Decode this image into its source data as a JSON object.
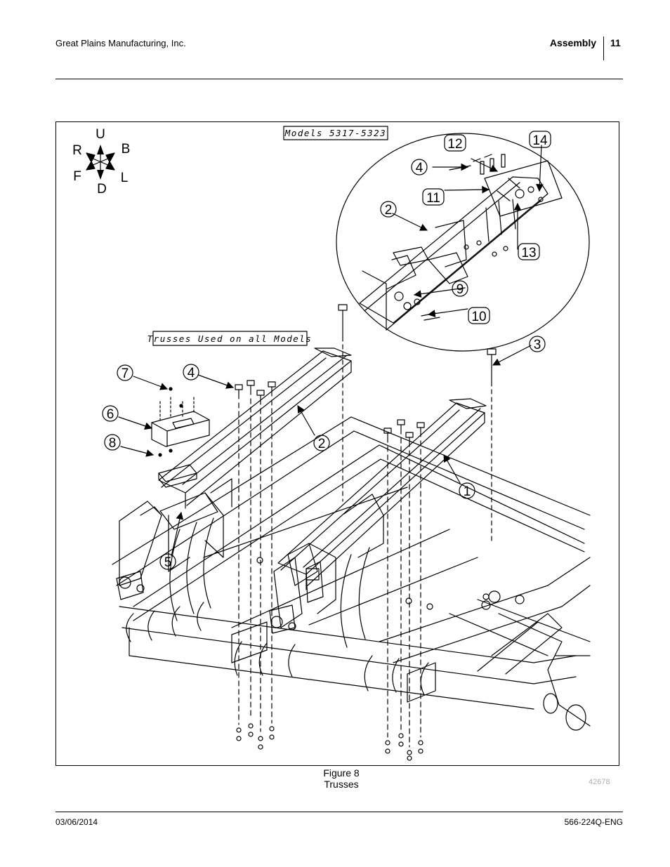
{
  "header": {
    "company": "Great Plains Manufacturing, Inc.",
    "section": "Assembly",
    "page_number": "11"
  },
  "figure": {
    "compass": {
      "up": "U",
      "down": "D",
      "right": "R",
      "back": "B",
      "front": "F",
      "left": "L"
    },
    "notes": {
      "models": "Models 5317-5323",
      "trusses": "Trusses Used on all Models"
    },
    "callouts": [
      "1",
      "2",
      "3",
      "4",
      "5",
      "6",
      "7",
      "8",
      "9",
      "10",
      "11",
      "12",
      "13",
      "14"
    ],
    "caption_number": "Figure 8",
    "caption_title": "Trusses",
    "figure_id": "42678"
  },
  "footer": {
    "date": "03/06/2014",
    "doc_number": "566-224Q-ENG"
  }
}
